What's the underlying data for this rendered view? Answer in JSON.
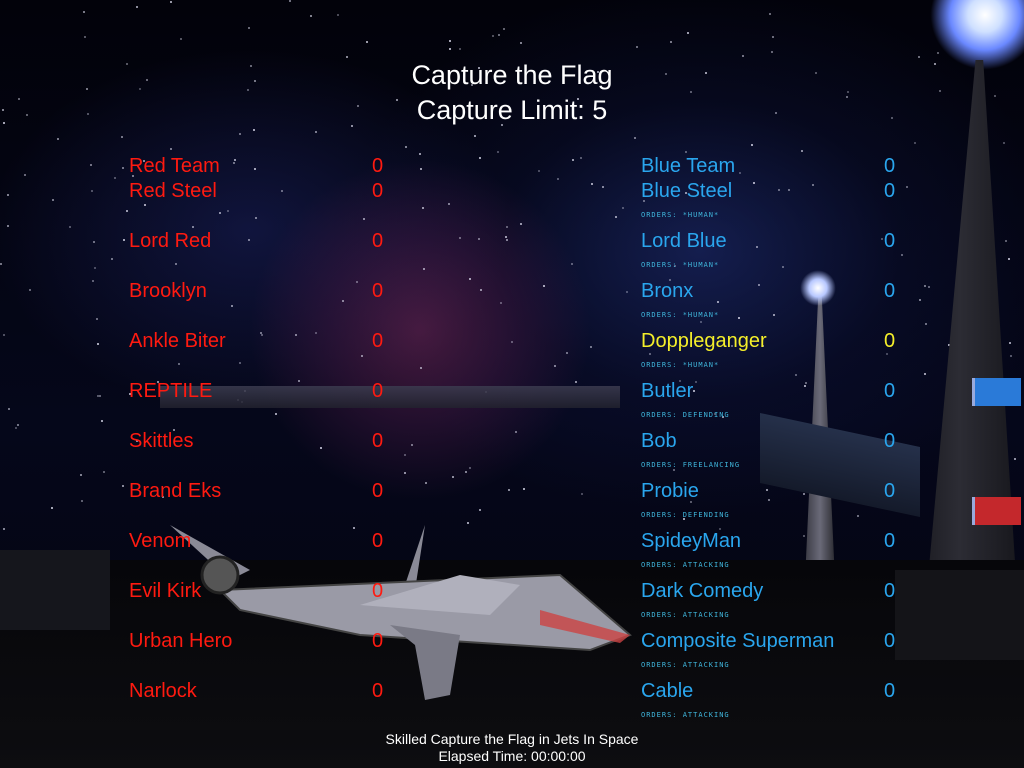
{
  "header": {
    "mode": "Capture the Flag",
    "limit": "Capture Limit: 5"
  },
  "red_team": {
    "label": "Red Team",
    "score": "0",
    "color": "#ff1a10",
    "players": [
      {
        "name": "Red Steel",
        "score": "0"
      },
      {
        "name": "Lord Red",
        "score": "0"
      },
      {
        "name": "Brooklyn",
        "score": "0"
      },
      {
        "name": "Ankle Biter",
        "score": "0"
      },
      {
        "name": "REPTILE",
        "score": "0"
      },
      {
        "name": "Skittles",
        "score": "0"
      },
      {
        "name": "Brand Eks",
        "score": "0"
      },
      {
        "name": "Venom",
        "score": "0"
      },
      {
        "name": "Evil Kirk",
        "score": "0"
      },
      {
        "name": "Urban Hero",
        "score": "0"
      },
      {
        "name": "Narlock",
        "score": "0"
      }
    ]
  },
  "blue_team": {
    "label": "Blue Team",
    "score": "0",
    "color": "#2aa6ee",
    "highlight_color": "#f5ef2a",
    "players": [
      {
        "name": "Blue Steel",
        "score": "0",
        "orders": "ORDERS: *HUMAN*"
      },
      {
        "name": "Lord Blue",
        "score": "0",
        "orders": "ORDERS: *HUMAN*"
      },
      {
        "name": "Bronx",
        "score": "0",
        "orders": "ORDERS: *HUMAN*"
      },
      {
        "name": "Doppleganger",
        "score": "0",
        "orders": "ORDERS: *HUMAN*",
        "highlight": true
      },
      {
        "name": "Butler",
        "score": "0",
        "orders": "ORDERS: DEFENDING"
      },
      {
        "name": "Bob",
        "score": "0",
        "orders": "ORDERS: FREELANCING"
      },
      {
        "name": "Probie",
        "score": "0",
        "orders": "ORDERS: DEFENDING"
      },
      {
        "name": "SpideyMan",
        "score": "0",
        "orders": "ORDERS: ATTACKING"
      },
      {
        "name": "Dark Comedy",
        "score": "0",
        "orders": "ORDERS: ATTACKING"
      },
      {
        "name": "Composite Superman",
        "score": "0",
        "orders": "ORDERS: ATTACKING"
      },
      {
        "name": "Cable",
        "score": "0",
        "orders": "ORDERS: ATTACKING"
      }
    ]
  },
  "footer": {
    "server": "Skilled Capture the Flag in Jets In Space",
    "elapsed": "Elapsed Time:  00:00:00"
  },
  "scene": {
    "icons": [
      "moon-light",
      "beacon-light",
      "blue-flag-icon",
      "red-flag-icon",
      "jet-vehicle"
    ]
  }
}
